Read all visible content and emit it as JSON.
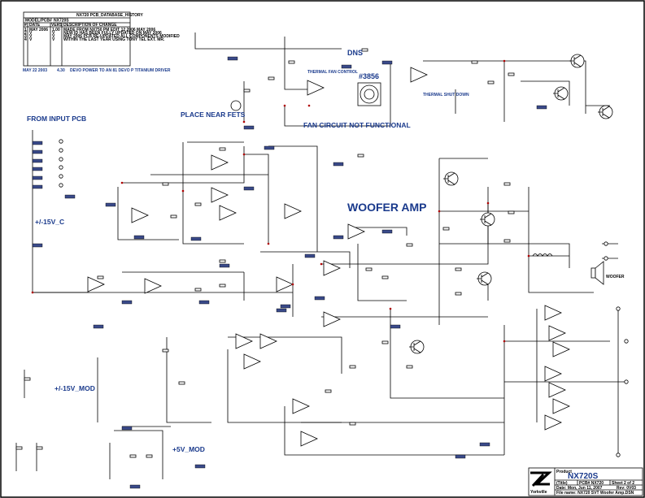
{
  "history": {
    "title": "NX720 PCB_DATABASE_HISTORY",
    "model_label": "MODEL/PCB#",
    "model_value": "NX720S",
    "columns": [
      "#",
      "DATE",
      "VERS",
      "DESCRIPTION OF CHANGE"
    ],
    "rows": [
      {
        "num": "1",
        "date": "MAY 2006",
        "vers": "1.00",
        "desc": "MADE FROM NX750 PM EDIT 12 2006 MAY 2006"
      },
      {
        "num": "2",
        "date": "V",
        "vers": "V",
        "desc": "NEW ID HAS BEEN FULLY UPDATED ON MAY 2006"
      },
      {
        "num": "3",
        "date": "V",
        "vers": "V",
        "desc": "MAY 2006 PCB RE-UPDATED ALL COMPONENTS MODIFIED"
      },
      {
        "num": "4",
        "date": "V",
        "vers": "V",
        "desc": "WITHIN THE LAST YEAR USING TONY TEL EXT. MR."
      }
    ],
    "footer_date": "MAY 22 2003",
    "footer_vers": "4.30",
    "footer_desc": "DEVO POWER TO AN 81 DEVO P TITANIUM DRIVER"
  },
  "labels": {
    "from_input": "FROM INPUT PCB",
    "supply_c": "+/-15V_C",
    "supply_mod": "+/-15V_MOD",
    "supply_5v": "+5V_MOD",
    "woofer_amp": "WOOFER AMP",
    "place_near": "PLACE NEAR FETS",
    "fan_circuit": "FAN CIRCUIT NOT FUNCTIONAL",
    "dns": "DNS",
    "fan_part": "#3856",
    "woofer": "WOOFER",
    "thermal_fan": "THERMAL FAN CONTROL",
    "thermal_shut": "THERMAL SHUT DOWN"
  },
  "title_block": {
    "product_label": "Product",
    "product": "NX720S",
    "title": "(Title)",
    "pcb": "PCB# NX720",
    "sheet": "Sheet 2 of 2",
    "date": "Date: Mon, Jun 11, 2007",
    "rev": "Rev: 0V03",
    "file": "File name: NX720 SVT Woofer Amp.DSN",
    "logo": "Yorkville"
  },
  "colors": {
    "label": "#1a3a8c",
    "tag": "#3a4a8a",
    "junction": "#b00000"
  }
}
